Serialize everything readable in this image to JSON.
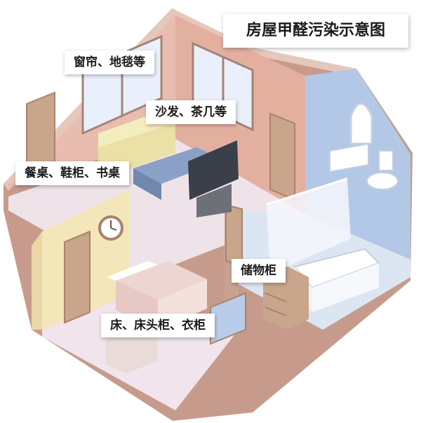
{
  "title": "房屋甲醛污染示意图",
  "labels": {
    "curtains_carpet": "窗帘、地毯等",
    "sofa_table": "沙发、茶几等",
    "dining_shoe_desk": "餐桌、鞋柜、书桌",
    "storage_cabinet": "储物柜",
    "bed_wardrobe": "床、床头柜、衣柜"
  },
  "colors": {
    "living_wall": "#e8bdb0",
    "bathroom_wall": "#b3c7e6",
    "bedroom_wall": "#f3e6b8",
    "floor": "#efe3ea",
    "wood": "#c9a58b",
    "outer_wall": "#c79b8c"
  }
}
